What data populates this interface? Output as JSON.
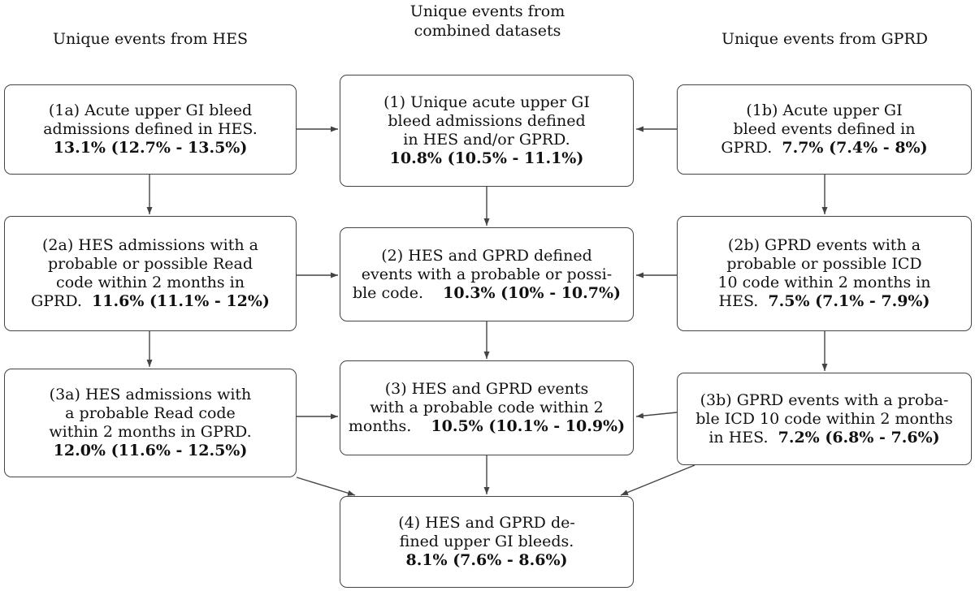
{
  "headers": {
    "hes": "Unique events from HES",
    "combined_line1": "Unique events from",
    "combined_line2": "combined datasets",
    "gprd": "Unique events from GPRD"
  },
  "boxes": {
    "b1a": {
      "line1": "(1a) Acute upper GI bleed",
      "line2": "admissions defined in HES.",
      "stat": "13.1% (12.7% - 13.5%)"
    },
    "b1": {
      "line1": "(1) Unique acute upper GI",
      "line2": "bleed admissions defined",
      "line3": "in HES and/or GPRD.",
      "stat": "10.8% (10.5% - 11.1%)"
    },
    "b1b": {
      "line1": "(1b) Acute upper GI",
      "line2": "bleed events defined in",
      "line3_text": "GPRD.",
      "stat": "7.7% (7.4% - 8%)"
    },
    "b2a": {
      "line1": "(2a) HES admissions with a",
      "line2": "probable or possible Read",
      "line3": "code within 2 months in",
      "line4_text": "GPRD.",
      "stat": "11.6% (11.1% - 12%)"
    },
    "b2": {
      "line1": "(2) HES and GPRD defined",
      "line2": "events with a probable or possi-",
      "line3_text": "ble code.",
      "stat": "10.3% (10% - 10.7%)"
    },
    "b2b": {
      "line1": "(2b) GPRD events with a",
      "line2": "probable or possible ICD",
      "line3": "10 code within 2 months in",
      "line4_text": "HES.",
      "stat": "7.5% (7.1% - 7.9%)"
    },
    "b3a": {
      "line1": "(3a) HES admissions with",
      "line2": "a probable Read code",
      "line3": "within 2 months in GPRD.",
      "stat": "12.0% (11.6% - 12.5%)"
    },
    "b3": {
      "line1": "(3) HES and GPRD events",
      "line2": "with a probable code within 2",
      "line3_text": "months.",
      "stat": "10.5% (10.1% - 10.9%)"
    },
    "b3b": {
      "line1": "(3b) GPRD events with a proba-",
      "line2": "ble ICD 10 code within 2 months",
      "line3_text": "in HES.",
      "stat": "7.2% (6.8% - 7.6%)"
    },
    "b4": {
      "line1": "(4) HES and GPRD de-",
      "line2": "fined upper GI bleeds.",
      "stat": "8.1% (7.6% - 8.6%)"
    }
  },
  "colors": {
    "border": "#444444",
    "arrow": "#444444",
    "text": "#111111"
  }
}
